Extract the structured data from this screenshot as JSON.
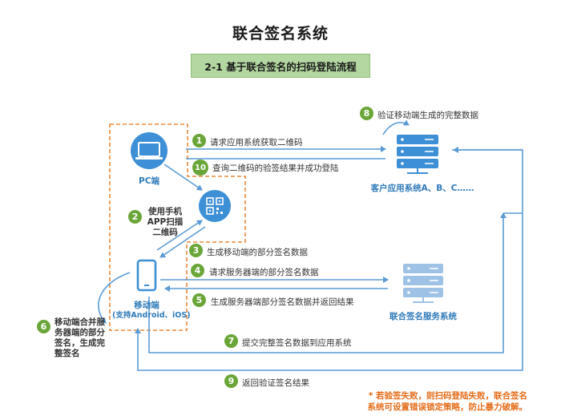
{
  "title": "联合签名系统",
  "subtitle": "2-1 基于联合签名的扫码登陆流程",
  "nodes": {
    "pc_label": "PC端",
    "app_scan_label": "使用手机\nAPP扫描\n二维码",
    "mobile_label": "移动端",
    "mobile_platforms": "(支持Android、iOS)",
    "client_system": "客户应用系统A、B、C……",
    "sign_server": "联合签名服务系统"
  },
  "steps": [
    {
      "num": "1",
      "text": "请求应用系统获取二维码"
    },
    {
      "num": "2",
      "text": ""
    },
    {
      "num": "3",
      "text": "生成移动端的部分签名数据"
    },
    {
      "num": "4",
      "text": "请求服务器端的部分签名数据"
    },
    {
      "num": "5",
      "text": "生成服务器端部分签名数据并返回结果"
    },
    {
      "num": "6",
      "text": "移动端合并服\n务器端的部分\n签名，生成完\n整签名"
    },
    {
      "num": "7",
      "text": "提交完整签名数据到应用系统"
    },
    {
      "num": "8",
      "text": "验证移动端生成的完整数据"
    },
    {
      "num": "9",
      "text": "返回验证签名结果"
    },
    {
      "num": "10",
      "text": "查询二维码的验签结果并成功登陆"
    }
  ],
  "note": "* 若验签失败，则扫码登陆失败，联合签名\n系统可设置错误锁定策略，防止暴力破解。",
  "colors": {
    "accent_blue": "#3d8fd6",
    "line_blue": "#5a9bd5",
    "step_green": "#6aa538",
    "dashed_orange": "#e8893a",
    "subtitle_bg": "#b3d7a0",
    "note_orange": "#e46c19"
  },
  "icons": {
    "pc": "laptop-icon",
    "qr": "qr-code-icon",
    "mobile": "smartphone-icon",
    "server": "server-icon"
  }
}
